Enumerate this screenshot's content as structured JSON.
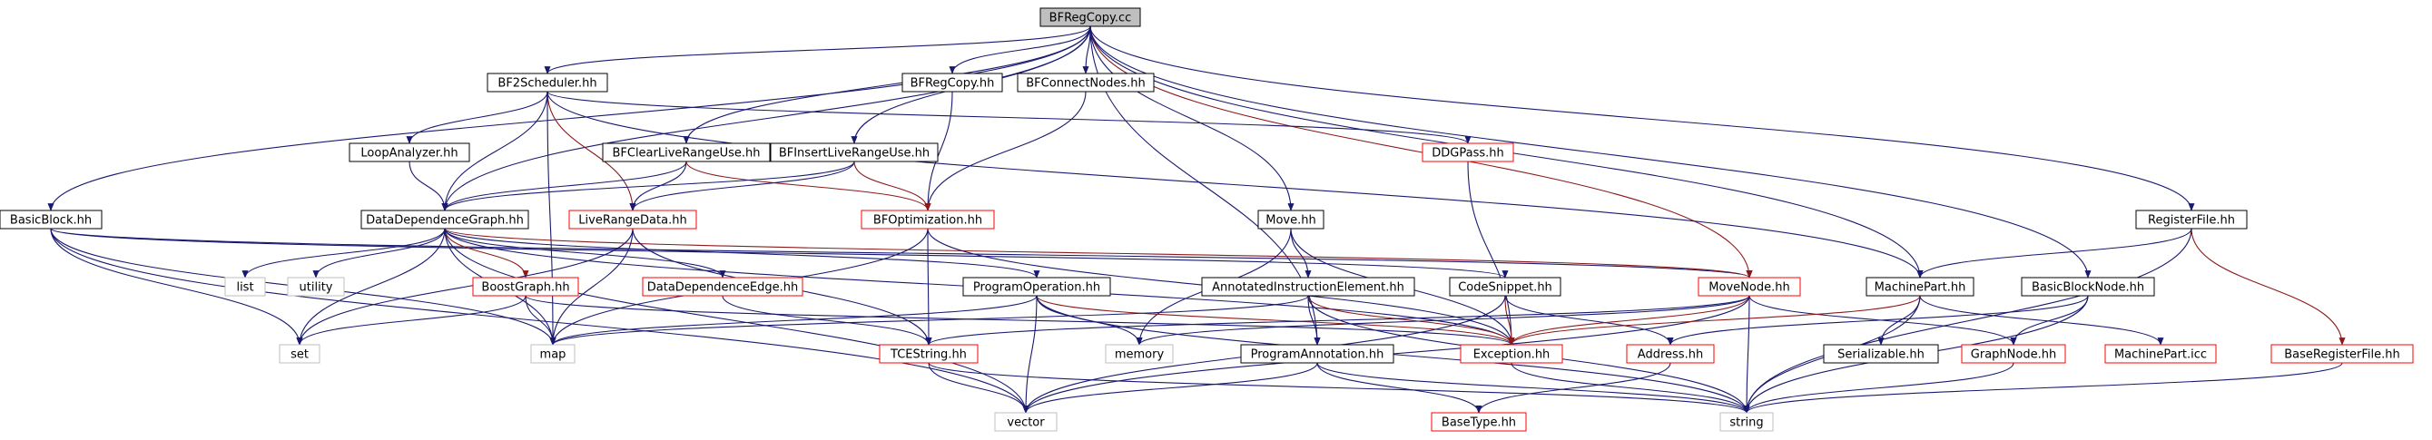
{
  "nodes": [
    {
      "id": "bfregcopy_cc",
      "label": "BFRegCopy.cc",
      "style": "root"
    },
    {
      "id": "bf2scheduler",
      "label": "BF2Scheduler.hh",
      "style": "black"
    },
    {
      "id": "bfregcopy_hh",
      "label": "BFRegCopy.hh",
      "style": "black"
    },
    {
      "id": "bfconnectnodes",
      "label": "BFConnectNodes.hh",
      "style": "black"
    },
    {
      "id": "loopanalyzer",
      "label": "LoopAnalyzer.hh",
      "style": "black"
    },
    {
      "id": "bfclearliverangeuse",
      "label": "BFClearLiveRangeUse.hh",
      "style": "black"
    },
    {
      "id": "bfinsertliverangeuse",
      "label": "BFInsertLiveRangeUse.hh",
      "style": "black"
    },
    {
      "id": "ddgpass",
      "label": "DDGPass.hh",
      "style": "red"
    },
    {
      "id": "basicblock",
      "label": "BasicBlock.hh",
      "style": "black"
    },
    {
      "id": "ddg",
      "label": "DataDependenceGraph.hh",
      "style": "black"
    },
    {
      "id": "liverangedata",
      "label": "LiveRangeData.hh",
      "style": "red"
    },
    {
      "id": "bfoptimization",
      "label": "BFOptimization.hh",
      "style": "red"
    },
    {
      "id": "move",
      "label": "Move.hh",
      "style": "black"
    },
    {
      "id": "registerfile",
      "label": "RegisterFile.hh",
      "style": "black"
    },
    {
      "id": "list",
      "label": "list",
      "style": "gray"
    },
    {
      "id": "utility",
      "label": "utility",
      "style": "gray"
    },
    {
      "id": "boostgraph",
      "label": "BoostGraph.hh",
      "style": "red"
    },
    {
      "id": "ddedge",
      "label": "DataDependenceEdge.hh",
      "style": "red"
    },
    {
      "id": "programoperation",
      "label": "ProgramOperation.hh",
      "style": "black"
    },
    {
      "id": "annotatedie",
      "label": "AnnotatedInstructionElement.hh",
      "style": "black"
    },
    {
      "id": "codesnippet",
      "label": "CodeSnippet.hh",
      "style": "black"
    },
    {
      "id": "movenode",
      "label": "MoveNode.hh",
      "style": "red"
    },
    {
      "id": "machinepart",
      "label": "MachinePart.hh",
      "style": "black"
    },
    {
      "id": "basicblocknode",
      "label": "BasicBlockNode.hh",
      "style": "black"
    },
    {
      "id": "set",
      "label": "set",
      "style": "gray"
    },
    {
      "id": "map",
      "label": "map",
      "style": "gray"
    },
    {
      "id": "tcestring",
      "label": "TCEString.hh",
      "style": "red"
    },
    {
      "id": "memory",
      "label": "memory",
      "style": "gray"
    },
    {
      "id": "programannotation",
      "label": "ProgramAnnotation.hh",
      "style": "black"
    },
    {
      "id": "exception",
      "label": "Exception.hh",
      "style": "red"
    },
    {
      "id": "address",
      "label": "Address.hh",
      "style": "red"
    },
    {
      "id": "serializable",
      "label": "Serializable.hh",
      "style": "black"
    },
    {
      "id": "graphnode",
      "label": "GraphNode.hh",
      "style": "red"
    },
    {
      "id": "machinepart_icc",
      "label": "MachinePart.icc",
      "style": "red"
    },
    {
      "id": "baseregisterfile",
      "label": "BaseRegisterFile.hh",
      "style": "red"
    },
    {
      "id": "vector",
      "label": "vector",
      "style": "gray"
    },
    {
      "id": "basetype",
      "label": "BaseType.hh",
      "style": "red"
    },
    {
      "id": "string",
      "label": "string",
      "style": "gray"
    }
  ],
  "edges": [
    [
      "bfregcopy_cc",
      "bf2scheduler"
    ],
    [
      "bfregcopy_cc",
      "bfregcopy_hh"
    ],
    [
      "bfregcopy_cc",
      "bfconnectnodes"
    ],
    [
      "bfregcopy_cc",
      "bfclearliverangeuse"
    ],
    [
      "bfregcopy_cc",
      "bfinsertliverangeuse"
    ],
    [
      "bfregcopy_cc",
      "basicblock"
    ],
    [
      "bfregcopy_cc",
      "ddg"
    ],
    [
      "bfregcopy_cc",
      "move"
    ],
    [
      "bfregcopy_cc",
      "registerfile"
    ],
    [
      "bfregcopy_cc",
      "movenode"
    ],
    [
      "bfregcopy_cc",
      "machinepart"
    ],
    [
      "bfregcopy_cc",
      "basicblocknode"
    ],
    [
      "bfregcopy_cc",
      "programannotation"
    ],
    [
      "bf2scheduler",
      "loopanalyzer"
    ],
    [
      "bf2scheduler",
      "ddg"
    ],
    [
      "bf2scheduler",
      "liverangedata"
    ],
    [
      "bf2scheduler",
      "ddgpass"
    ],
    [
      "bf2scheduler",
      "machinepart"
    ],
    [
      "bf2scheduler",
      "map"
    ],
    [
      "bfregcopy_hh",
      "bfoptimization"
    ],
    [
      "bfconnectnodes",
      "bfoptimization"
    ],
    [
      "loopanalyzer",
      "ddg"
    ],
    [
      "bfclearliverangeuse",
      "ddg"
    ],
    [
      "bfclearliverangeuse",
      "liverangedata"
    ],
    [
      "bfclearliverangeuse",
      "bfoptimization"
    ],
    [
      "bfinsertliverangeuse",
      "ddg"
    ],
    [
      "bfinsertliverangeuse",
      "liverangedata"
    ],
    [
      "bfinsertliverangeuse",
      "bfoptimization"
    ],
    [
      "ddgpass",
      "exception"
    ],
    [
      "basicblock",
      "set"
    ],
    [
      "basicblock",
      "map"
    ],
    [
      "basicblock",
      "vector"
    ],
    [
      "basicblock",
      "movenode"
    ],
    [
      "basicblock",
      "codesnippet"
    ],
    [
      "ddg",
      "list"
    ],
    [
      "ddg",
      "utility"
    ],
    [
      "ddg",
      "boostgraph"
    ],
    [
      "ddg",
      "ddedge"
    ],
    [
      "ddg",
      "programoperation"
    ],
    [
      "ddg",
      "movenode"
    ],
    [
      "ddg",
      "set"
    ],
    [
      "ddg",
      "map"
    ],
    [
      "ddg",
      "vector"
    ],
    [
      "ddg",
      "exception"
    ],
    [
      "liverangedata",
      "set"
    ],
    [
      "liverangedata",
      "map"
    ],
    [
      "liverangedata",
      "tcestring"
    ],
    [
      "bfoptimization",
      "tcestring"
    ],
    [
      "bfoptimization",
      "map"
    ],
    [
      "bfoptimization",
      "exception"
    ],
    [
      "move",
      "annotatedie"
    ],
    [
      "move",
      "memory"
    ],
    [
      "move",
      "exception"
    ],
    [
      "registerfile",
      "machinepart"
    ],
    [
      "registerfile",
      "baseregisterfile"
    ],
    [
      "registerfile",
      "string"
    ],
    [
      "boostgraph",
      "set"
    ],
    [
      "boostgraph",
      "map"
    ],
    [
      "boostgraph",
      "exception"
    ],
    [
      "ddedge",
      "tcestring"
    ],
    [
      "programoperation",
      "map"
    ],
    [
      "programoperation",
      "memory"
    ],
    [
      "programoperation",
      "vector"
    ],
    [
      "programoperation",
      "exception"
    ],
    [
      "programoperation",
      "string"
    ],
    [
      "annotatedie",
      "programannotation"
    ],
    [
      "annotatedie",
      "exception"
    ],
    [
      "annotatedie",
      "map"
    ],
    [
      "annotatedie",
      "string"
    ],
    [
      "codesnippet",
      "exception"
    ],
    [
      "codesnippet",
      "address"
    ],
    [
      "codesnippet",
      "vector"
    ],
    [
      "movenode",
      "exception"
    ],
    [
      "movenode",
      "graphnode"
    ],
    [
      "movenode",
      "memory"
    ],
    [
      "movenode",
      "string"
    ],
    [
      "movenode",
      "tcestring"
    ],
    [
      "movenode",
      "vector"
    ],
    [
      "machinepart",
      "serializable"
    ],
    [
      "machinepart",
      "machinepart_icc"
    ],
    [
      "machinepart",
      "string"
    ],
    [
      "machinepart",
      "exception"
    ],
    [
      "basicblocknode",
      "graphnode"
    ],
    [
      "basicblocknode",
      "address"
    ],
    [
      "basicblocknode",
      "string"
    ],
    [
      "tcestring",
      "vector"
    ],
    [
      "tcestring",
      "string"
    ],
    [
      "programannotation",
      "vector"
    ],
    [
      "programannotation",
      "basetype"
    ],
    [
      "programannotation",
      "string"
    ],
    [
      "exception",
      "string"
    ],
    [
      "address",
      "basetype"
    ],
    [
      "graphnode",
      "string"
    ],
    [
      "baseregisterfile",
      "string"
    ]
  ],
  "colors": {
    "edge_main": "#191970",
    "edge_alt": "#8b1a1a",
    "root_fill": "#bfbfbf",
    "node_fill": "#ffffff",
    "black_border": "#000000",
    "red_border": "#ff0000",
    "gray_border": "#bfbfbf"
  }
}
